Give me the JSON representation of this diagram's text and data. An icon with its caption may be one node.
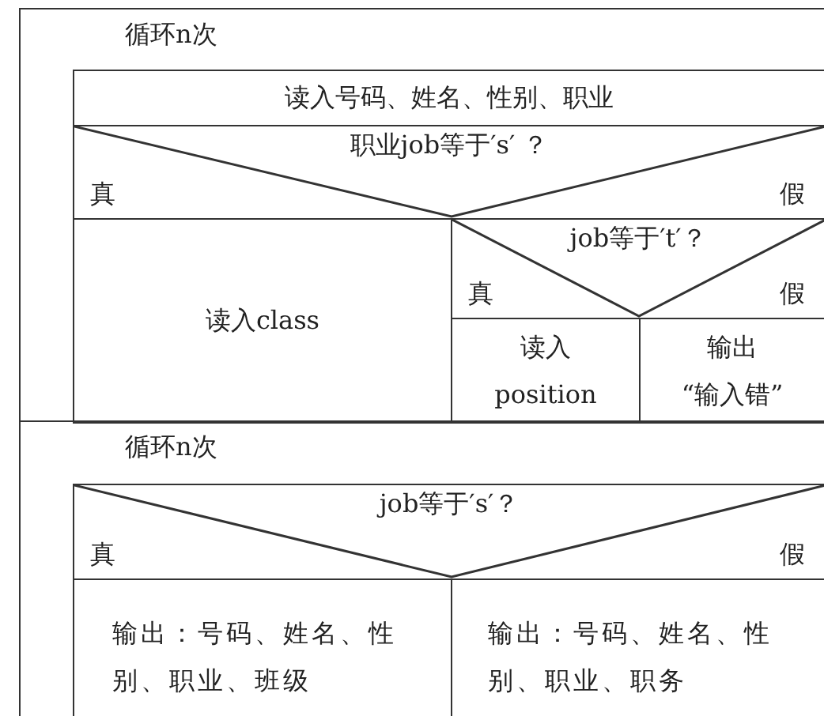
{
  "diagram": {
    "nodes": [
      {
        "text": [
          "循环n次"
        ]
      },
      {
        "text": [
          "读入号码、姓名、性别、职业"
        ],
        "in": 0
      },
      {
        "text": [
          "职业job等于′s′ ？",
          "真",
          "假"
        ],
        "in": 0
      },
      {
        "text": [
          "读入class"
        ],
        "in": 0
      },
      {
        "text": [
          "job等于′t′？",
          "真",
          "假"
        ],
        "in": 0
      },
      {
        "text": [
          "读入 position"
        ],
        "in": 0
      },
      {
        "text": [
          "输出 “输入错”"
        ],
        "in": 0
      },
      {
        "text": [
          "循环n次"
        ]
      },
      {
        "text": [
          "job等于′s′？",
          "真",
          "假"
        ],
        "in": 7
      },
      {
        "text": [
          "输出：号码、姓名、性别、职业、班级"
        ],
        "in": 7
      },
      {
        "text": [
          "输出：号码、姓名、性别、职业、职务"
        ],
        "in": 7
      }
    ]
  }
}
